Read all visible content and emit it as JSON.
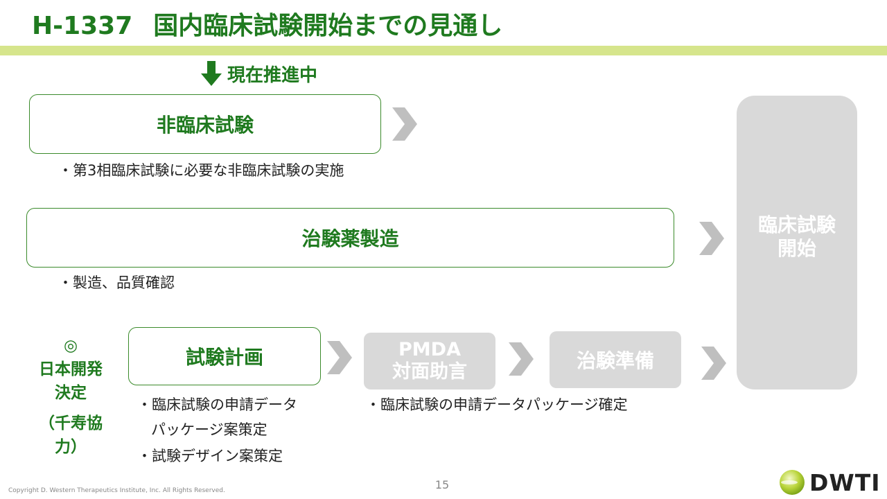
{
  "header": {
    "code": "H-1337",
    "title": "国内臨床試験開始までの見通し"
  },
  "current_status": {
    "label": "現在推進中",
    "icon": "down-arrow-icon"
  },
  "steps": {
    "nonclinical": {
      "label": "非臨床試験",
      "bullets": [
        "・第3相臨床試験に必要な非臨床試験の実施"
      ]
    },
    "manufacturing": {
      "label": "治験薬製造",
      "bullets": [
        "・製造、品質確認"
      ]
    },
    "study_plan": {
      "label": "試験計画",
      "bullets": [
        "・臨床試験の申請データ",
        "パッケージ案策定",
        "・試験デザイン案策定"
      ]
    },
    "pmda": {
      "line1": "PMDA",
      "line2": "対面助言",
      "bullets": [
        "・臨床試験の申請データパッケージ確定"
      ]
    },
    "prep": {
      "label": "治験準備"
    },
    "start": {
      "line1": "臨床試験",
      "line2": "開始"
    }
  },
  "partner": {
    "mark": "◎",
    "line1": "日本開発",
    "line2": "決定",
    "line3": "（千寿協力）"
  },
  "footer": {
    "copyright": "Copyright D. Western Therapeutics Institute, Inc. All Rights Reserved.",
    "page": "15",
    "logo_text": "DWTI"
  },
  "colors": {
    "accent_green": "#1f7a1f",
    "title_bar": "#d6e58c",
    "box_border": "#3a8a2a",
    "gray": "#d9d9d9",
    "chevron": "#bfbfbf"
  }
}
